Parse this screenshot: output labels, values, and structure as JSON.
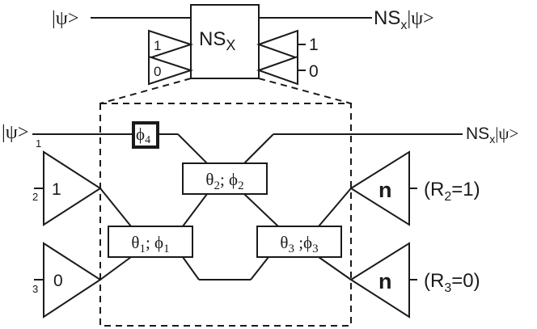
{
  "top": {
    "input_state": "|ψ>",
    "gate_main": "NS",
    "gate_sub": "X",
    "output_main": "NS",
    "output_sub": "x",
    "output_state": "|ψ>",
    "left_inputs": [
      "1",
      "0"
    ],
    "right_detectors": [
      "1",
      "0"
    ]
  },
  "bottom": {
    "input_state": "|ψ>",
    "output_main": "NS",
    "output_sub": "x",
    "output_state": "|ψ>",
    "mode_labels": [
      "1",
      "2",
      "3"
    ],
    "source_values": [
      "1",
      "0"
    ],
    "phase_shifter": {
      "main": "ϕ",
      "sub": "4"
    },
    "beamsplitters": [
      {
        "t_main": "θ",
        "t_sub": "1",
        "p_main": "ϕ",
        "p_sub": "1"
      },
      {
        "t_main": "θ",
        "t_sub": "2",
        "p_main": "ϕ",
        "p_sub": "2"
      },
      {
        "t_main": "θ",
        "t_sub": "3",
        "p_main": "ϕ",
        "p_sub": "3"
      }
    ],
    "detectors": [
      {
        "symbol": "n",
        "condition_open": "(R",
        "condition_sub": "2",
        "condition_rest": "=1)"
      },
      {
        "symbol": "n",
        "condition_open": "(R",
        "condition_sub": "3",
        "condition_rest": "=0)"
      }
    ]
  }
}
